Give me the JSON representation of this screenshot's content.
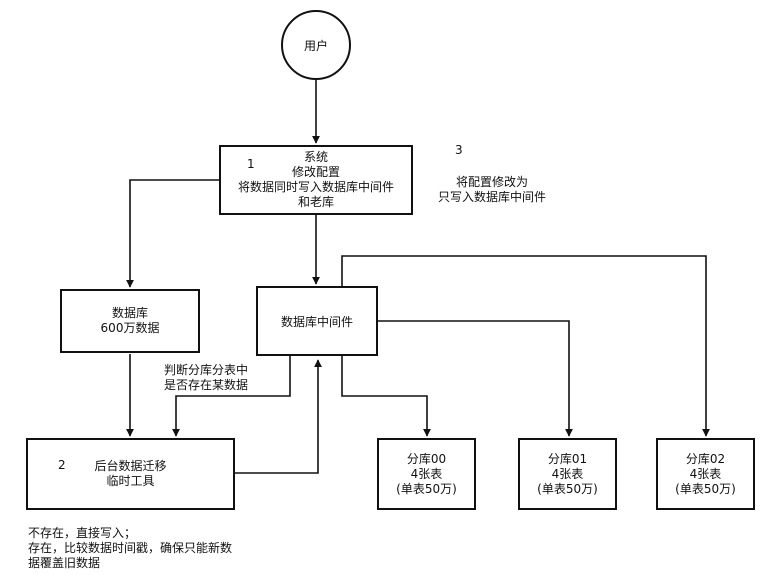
{
  "nodes": {
    "user": {
      "text": "用户"
    },
    "system": {
      "number": "1",
      "lines": [
        "系统",
        "修改配置",
        "将数据同时写入数据库中间件",
        "和老库"
      ]
    },
    "database": {
      "lines": [
        "数据库",
        "600万数据"
      ]
    },
    "middleware": {
      "text": "数据库中间件"
    },
    "migration_tool": {
      "number": "2",
      "lines": [
        "后台数据迁移",
        "临时工具"
      ]
    },
    "shard00": {
      "lines": [
        "分库00",
        "4张表",
        "(单表50万)"
      ]
    },
    "shard01": {
      "lines": [
        "分库01",
        "4张表",
        "(单表50万)"
      ]
    },
    "shard02": {
      "lines": [
        "分库02",
        "4张表",
        "(单表50万)"
      ]
    }
  },
  "annotations": {
    "step3_number": "3",
    "step3_lines": [
      "将配置修改为",
      "只写入数据库中间件"
    ],
    "judge_lines": [
      "判断分库分表中",
      "是否存在某数据"
    ],
    "rule_lines": [
      "不存在，直接写入；",
      "存在，比较数据时间戳，确保只能新数",
      "据覆盖旧数据"
    ]
  }
}
